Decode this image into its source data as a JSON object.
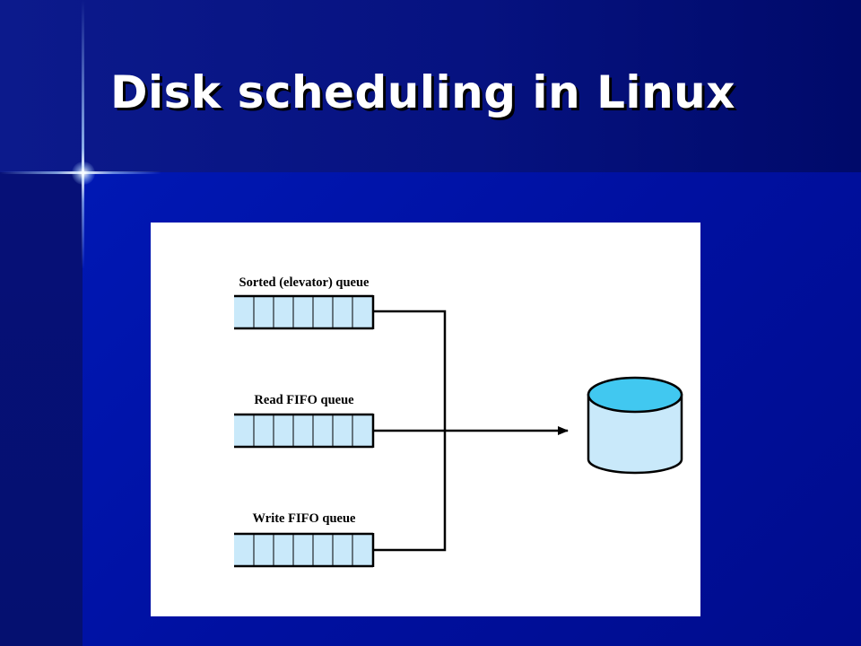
{
  "slide": {
    "title": "Disk scheduling in Linux"
  },
  "diagram": {
    "queues": [
      {
        "label": "Sorted (elevator) queue",
        "cells": 7
      },
      {
        "label": "Read FIFO queue",
        "cells": 7
      },
      {
        "label": "Write FIFO queue",
        "cells": 7
      }
    ],
    "disk": {
      "icon": "disk-cylinder-icon"
    },
    "colors": {
      "cell_fill": "#c9e9fa",
      "disk_top": "#41c8f0",
      "disk_body": "#c9e9fa",
      "line": "#000000"
    }
  }
}
